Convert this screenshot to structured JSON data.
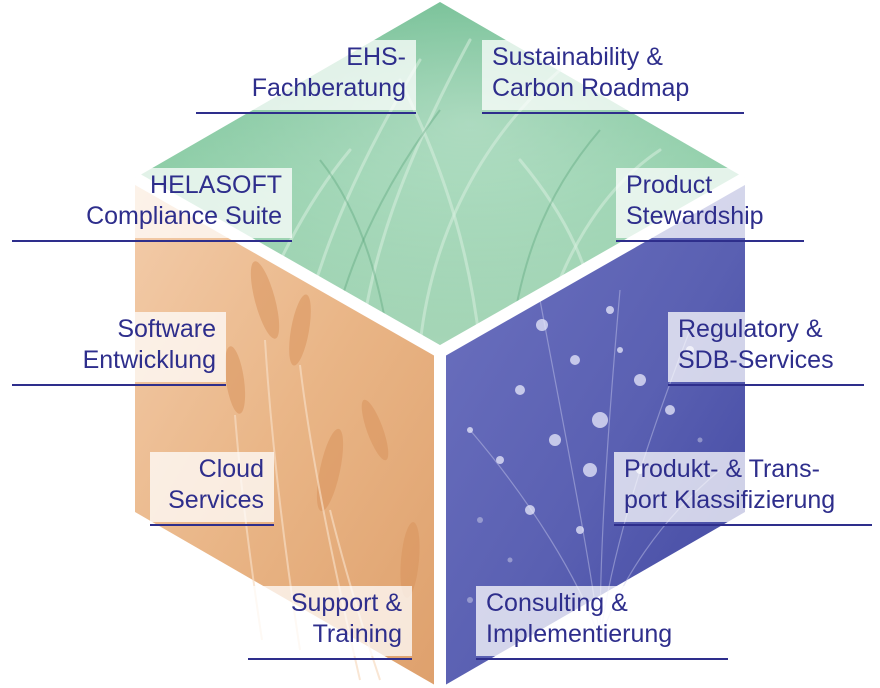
{
  "labels": {
    "ehs": [
      "EHS-",
      "Fachberatung"
    ],
    "sustainability": [
      "Sustainability &",
      "Carbon Roadmap"
    ],
    "helasoft": [
      "HELASOFT",
      "Compliance Suite"
    ],
    "stewardship": [
      "Product",
      "Stewardship"
    ],
    "software": [
      "Software",
      "Entwicklung"
    ],
    "regulatory": [
      "Regulatory &",
      "SDB-Services"
    ],
    "cloud": [
      "Cloud",
      "Services"
    ],
    "klassifizierung": [
      "Produkt- & Trans-",
      "port Klassifizierung"
    ],
    "support": [
      "Support &",
      "Training"
    ],
    "consulting": [
      "Consulting &",
      "Implementierung"
    ]
  },
  "colors": {
    "text": "#2e2e8c",
    "green_segment": "#7cc39a",
    "orange_segment": "#eab888",
    "blue_segment": "#5a5fb0"
  },
  "segments": [
    {
      "name": "green",
      "picture": "grass"
    },
    {
      "name": "orange",
      "picture": "wheat"
    },
    {
      "name": "blue",
      "picture": "dew-drops"
    }
  ]
}
